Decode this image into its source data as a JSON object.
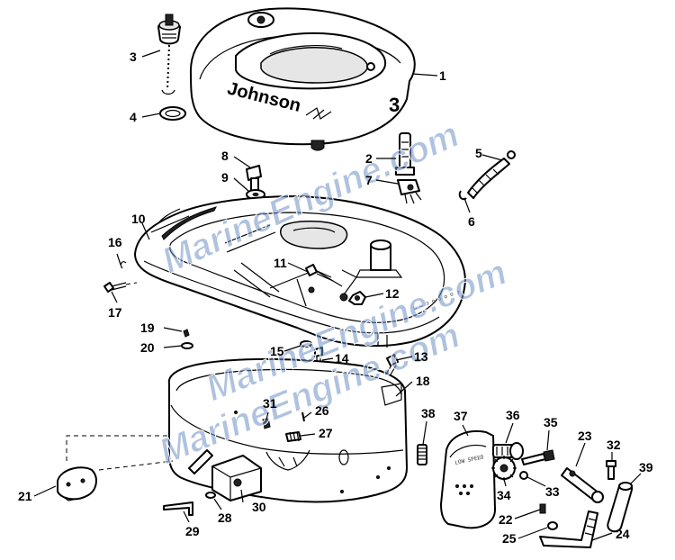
{
  "brand_text": "Johnson",
  "model_mark": "3",
  "watermarks": [
    "MarineEngine.com",
    "MarineEngine.com",
    "MarineEngine.com"
  ],
  "plate_text": "LOW SPEED",
  "callouts": [
    "1",
    "2",
    "3",
    "4",
    "5",
    "6",
    "7",
    "8",
    "9",
    "10",
    "11",
    "12",
    "13",
    "14",
    "15",
    "16",
    "17",
    "18",
    "19",
    "20",
    "21",
    "22",
    "23",
    "24",
    "25",
    "26",
    "27",
    "28",
    "29",
    "30",
    "31",
    "32",
    "33",
    "34",
    "35",
    "36",
    "37",
    "38",
    "39"
  ]
}
